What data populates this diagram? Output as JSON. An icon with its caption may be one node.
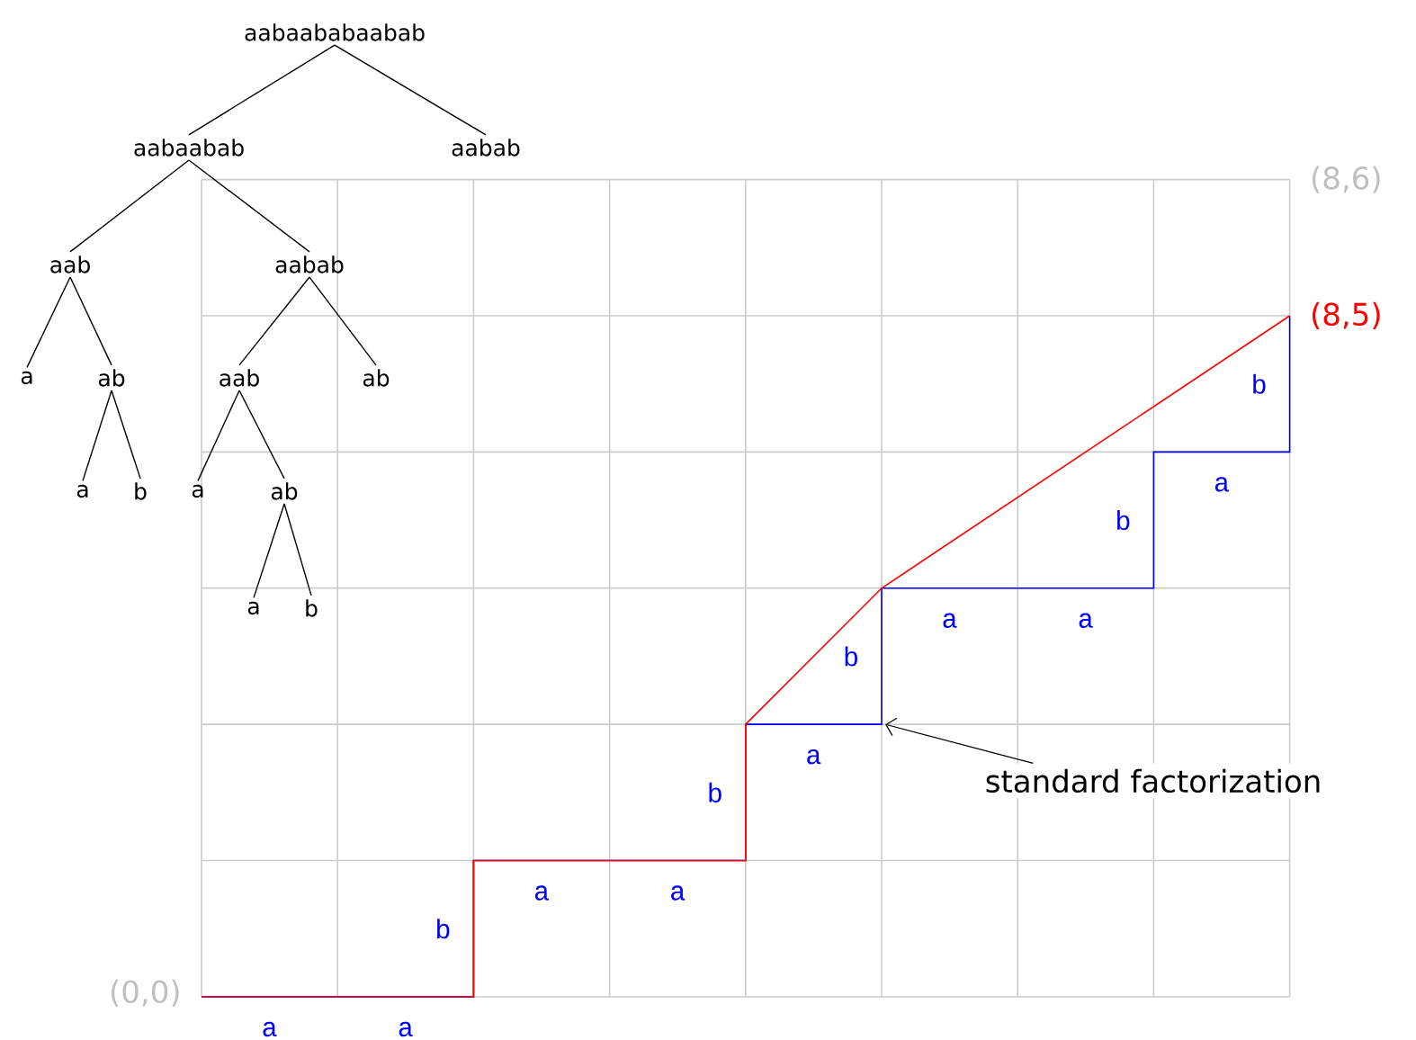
{
  "diagram": {
    "nodes": [
      {
        "text": [
          "aabaababaabab"
        ]
      },
      {
        "text": [
          "aabaabab"
        ]
      },
      {
        "text": [
          "aabab"
        ]
      },
      {
        "text": [
          "aab"
        ]
      },
      {
        "text": [
          "aabab"
        ]
      },
      {
        "text": [
          "a"
        ]
      },
      {
        "text": [
          "ab"
        ]
      },
      {
        "text": [
          "aab"
        ]
      },
      {
        "text": [
          "ab"
        ]
      },
      {
        "text": [
          "a"
        ]
      },
      {
        "text": [
          "b"
        ]
      },
      {
        "text": [
          "a"
        ]
      },
      {
        "text": [
          "ab"
        ]
      },
      {
        "text": [
          "a"
        ]
      },
      {
        "text": [
          "b"
        ]
      },
      {
        "text": [
          "standard factorization"
        ]
      }
    ],
    "edges": [
      {
        "from": 0,
        "to": 1,
        "arrow": "none"
      },
      {
        "from": 0,
        "to": 2,
        "arrow": "none"
      },
      {
        "from": 1,
        "to": 3,
        "arrow": "none"
      },
      {
        "from": 1,
        "to": 4,
        "arrow": "none"
      },
      {
        "from": 3,
        "to": 5,
        "arrow": "none"
      },
      {
        "from": 3,
        "to": 6,
        "arrow": "none"
      },
      {
        "from": 4,
        "to": 7,
        "arrow": "none"
      },
      {
        "from": 4,
        "to": 8,
        "arrow": "none"
      },
      {
        "from": 6,
        "to": 9,
        "arrow": "none"
      },
      {
        "from": 6,
        "to": 10,
        "arrow": "none"
      },
      {
        "from": 7,
        "to": 11,
        "arrow": "none"
      },
      {
        "from": 7,
        "to": 12,
        "arrow": "none"
      },
      {
        "from": 12,
        "to": 13,
        "arrow": "none"
      },
      {
        "from": 12,
        "to": 14,
        "arrow": "none"
      },
      {
        "from": 15,
        "to": null,
        "arrow": "to"
      }
    ],
    "labels": [
      "(8,6)",
      "(8,5)",
      "a",
      "a",
      "b",
      "a",
      "a",
      "b",
      "a",
      "b",
      "a",
      "a",
      "b",
      "a",
      "b",
      "(0,0)"
    ]
  }
}
